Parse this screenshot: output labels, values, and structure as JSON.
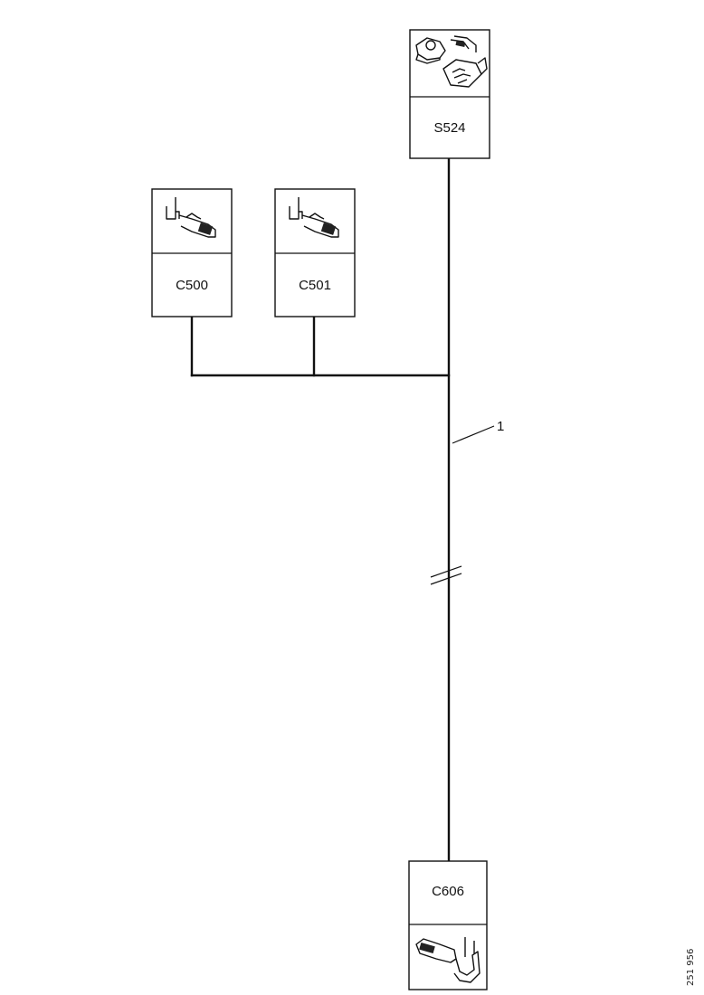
{
  "connectors": {
    "c1": {
      "name": "C500"
    },
    "c2": {
      "name": "C501"
    },
    "c3": {
      "name": "S524"
    },
    "c4": {
      "name": "C606"
    }
  },
  "callout": {
    "number": "1"
  },
  "side_text": "251 956"
}
